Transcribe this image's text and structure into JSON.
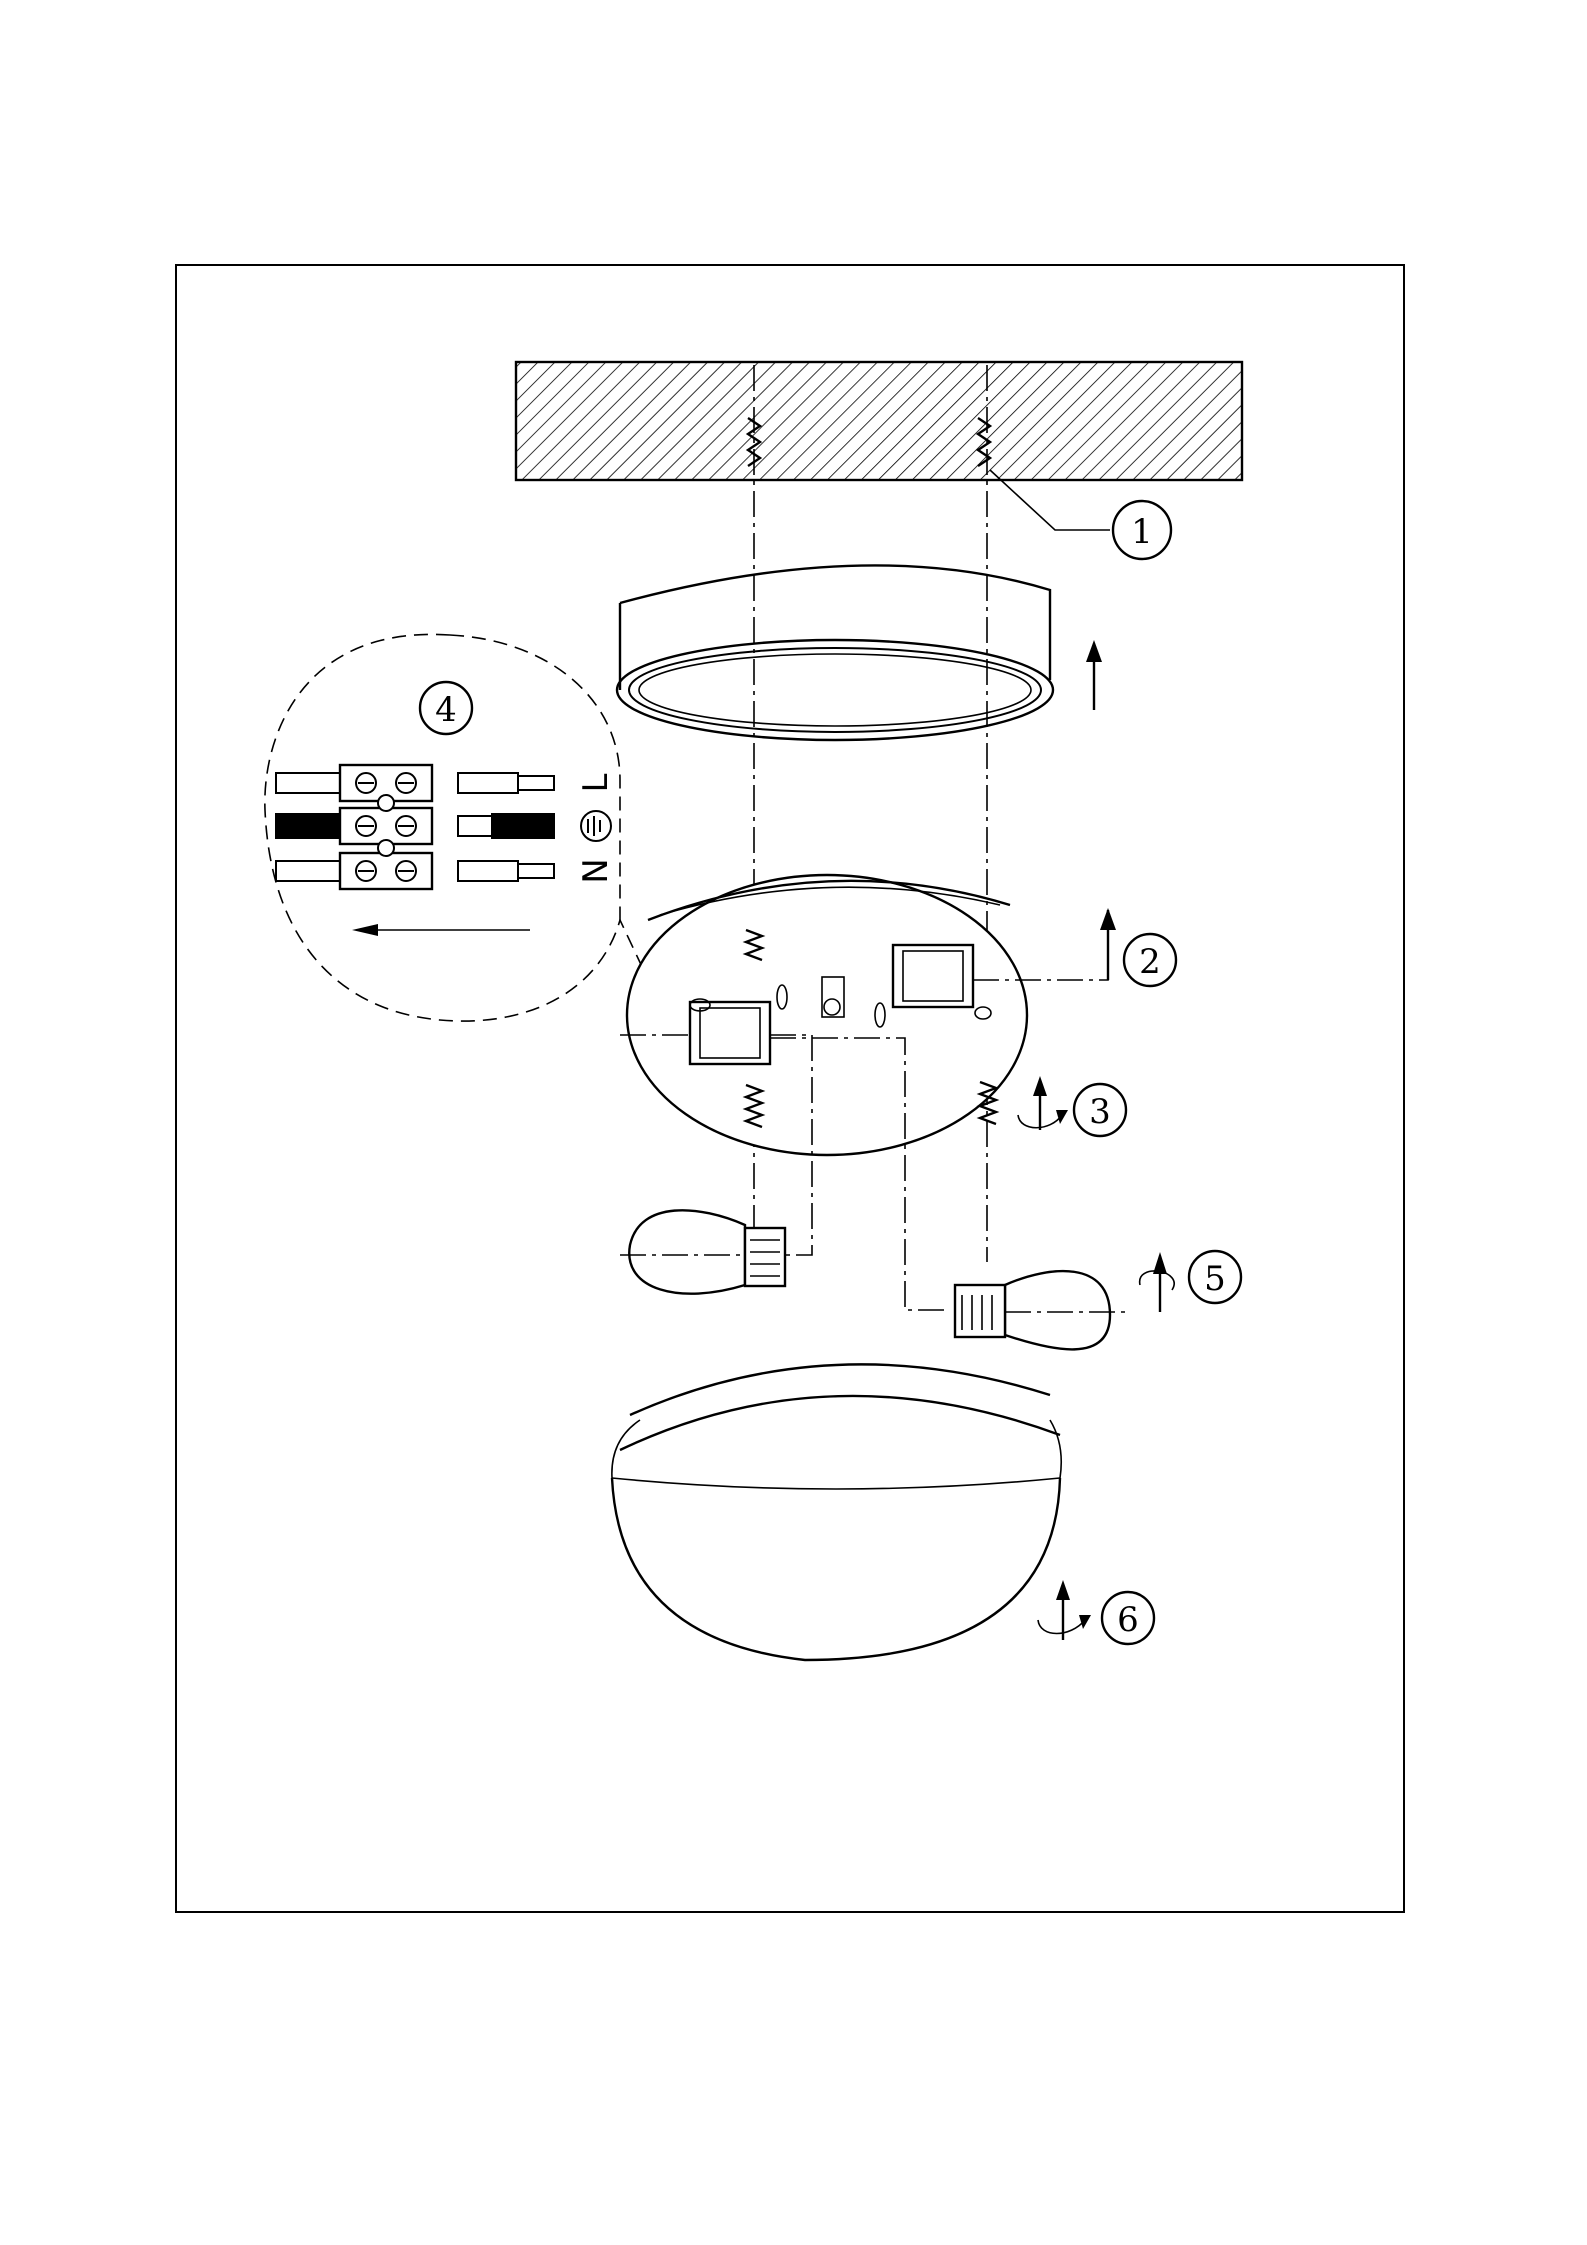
{
  "steps": {
    "step1": "1",
    "step2": "2",
    "step3": "3",
    "step4": "4",
    "step5": "5",
    "step6": "6"
  },
  "wiring": {
    "live_label": "L",
    "neutral_label": "N",
    "earth_symbol": "earth-ground-symbol"
  },
  "colors": {
    "line": "#000000",
    "background": "#ffffff"
  }
}
